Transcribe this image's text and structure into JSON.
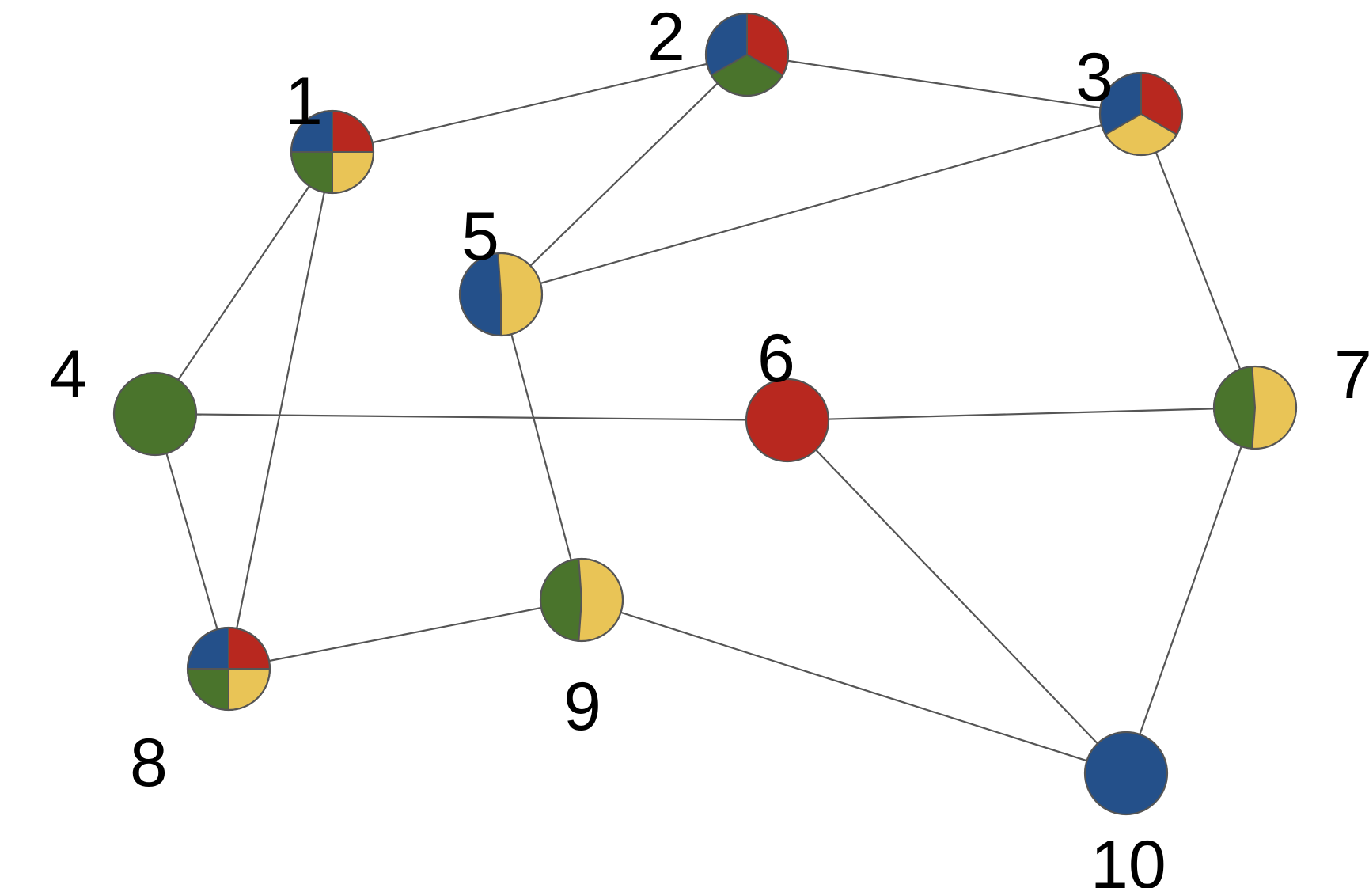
{
  "colors": {
    "blue": "#24508a",
    "red": "#b8281f",
    "green": "#4a742c",
    "yellow": "#e9c456",
    "edge": "#555555"
  },
  "nodes": [
    {
      "id": "1",
      "label": "1",
      "colors": [
        "blue",
        "red",
        "yellow",
        "green"
      ]
    },
    {
      "id": "2",
      "label": "2",
      "colors": [
        "blue",
        "red",
        "green"
      ]
    },
    {
      "id": "3",
      "label": "3",
      "colors": [
        "blue",
        "red",
        "yellow"
      ]
    },
    {
      "id": "4",
      "label": "4",
      "colors": [
        "green"
      ]
    },
    {
      "id": "5",
      "label": "5",
      "colors": [
        "blue",
        "yellow"
      ]
    },
    {
      "id": "6",
      "label": "6",
      "colors": [
        "red"
      ]
    },
    {
      "id": "7",
      "label": "7",
      "colors": [
        "green",
        "yellow"
      ]
    },
    {
      "id": "8",
      "label": "8",
      "colors": [
        "blue",
        "red",
        "yellow",
        "green"
      ]
    },
    {
      "id": "9",
      "label": "9",
      "colors": [
        "green",
        "yellow"
      ]
    },
    {
      "id": "10",
      "label": "10",
      "colors": [
        "blue"
      ]
    }
  ],
  "edges": [
    [
      "1",
      "2"
    ],
    [
      "1",
      "4"
    ],
    [
      "1",
      "8"
    ],
    [
      "2",
      "3"
    ],
    [
      "2",
      "5"
    ],
    [
      "3",
      "5"
    ],
    [
      "3",
      "7"
    ],
    [
      "4",
      "6"
    ],
    [
      "4",
      "8"
    ],
    [
      "5",
      "9"
    ],
    [
      "6",
      "7"
    ],
    [
      "6",
      "10"
    ],
    [
      "7",
      "10"
    ],
    [
      "8",
      "9"
    ],
    [
      "9",
      "10"
    ]
  ]
}
